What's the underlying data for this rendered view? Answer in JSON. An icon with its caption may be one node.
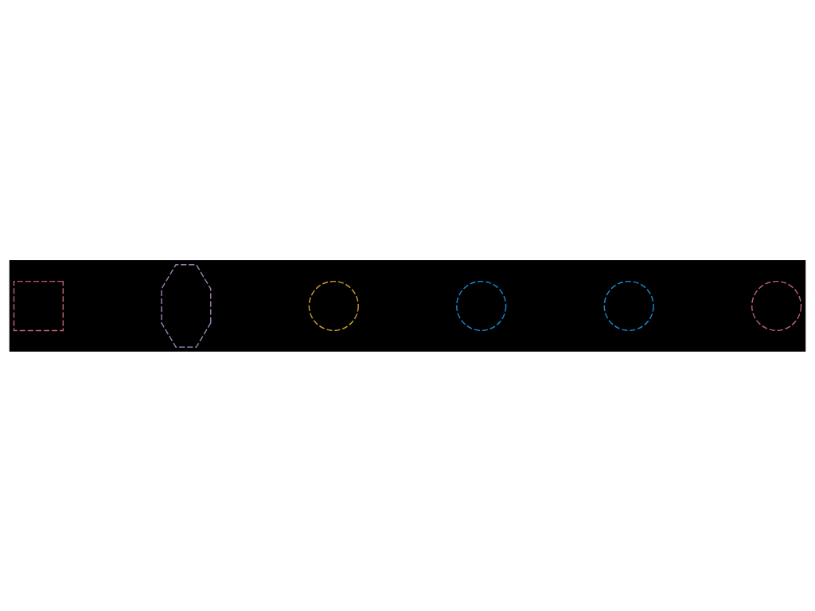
{
  "diagram": {
    "nodes": [
      {
        "text": [],
        "shape": "box"
      },
      {
        "text": [],
        "shape": "person"
      },
      {
        "text": [],
        "shape": "circle"
      },
      {
        "text": [],
        "shape": "circle"
      },
      {
        "text": [],
        "shape": "circle"
      },
      {
        "text": [],
        "shape": "circle"
      }
    ],
    "edges": []
  }
}
